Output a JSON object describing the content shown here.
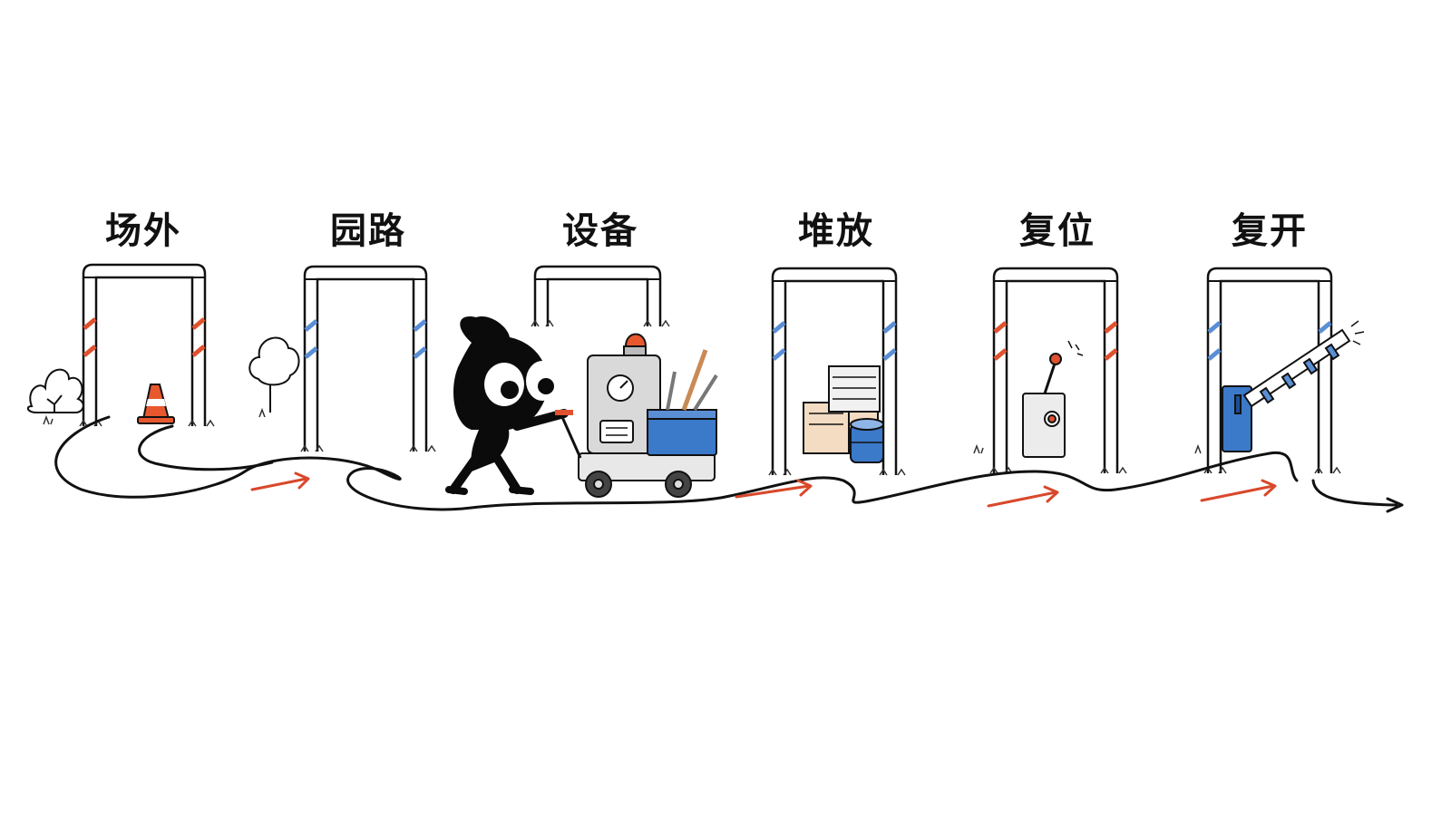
{
  "stages": [
    {
      "label": "场外",
      "stripe_color": "#e0522f",
      "prop": "traffic-cone"
    },
    {
      "label": "园路",
      "stripe_color": "#5a8fd6",
      "prop": "tree"
    },
    {
      "label": "设备",
      "stripe_color": "#e0522f",
      "prop": "equipment-cart"
    },
    {
      "label": "堆放",
      "stripe_color": "#5a8fd6",
      "prop": "stacked-boxes"
    },
    {
      "label": "复位",
      "stripe_color": "#e0522f",
      "prop": "lever-switch"
    },
    {
      "label": "复开",
      "stripe_color": "#5a8fd6",
      "prop": "barrier-gate"
    }
  ],
  "colors": {
    "line": "#111111",
    "arrow": "#d9482b",
    "accent_blue": "#3b79c9",
    "character": "#0b0b0b"
  },
  "icons": [
    "bush-icon",
    "traffic-cone-icon",
    "tree-icon",
    "character-icon",
    "equipment-cart-icon",
    "boxes-icon",
    "barrel-icon",
    "lever-icon",
    "barrier-gate-icon"
  ]
}
